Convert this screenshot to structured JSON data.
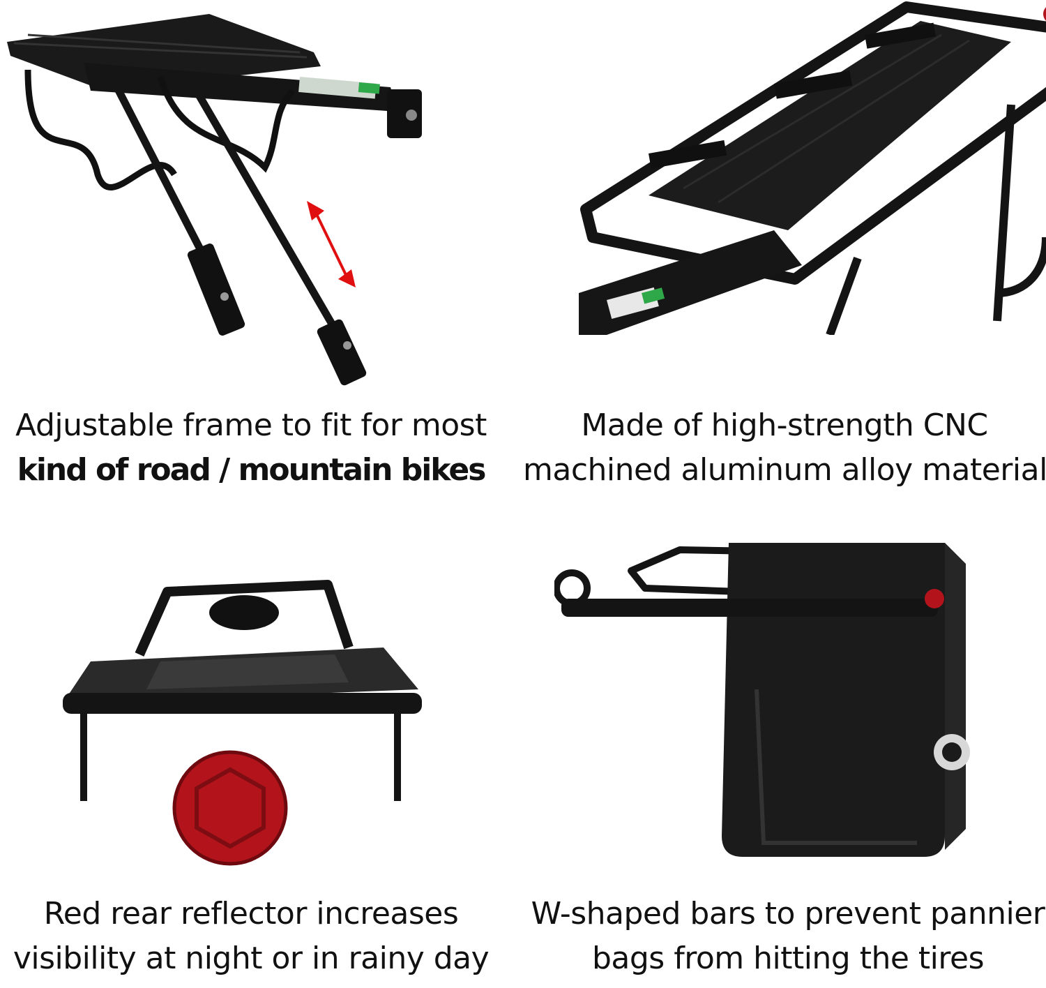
{
  "panels": [
    {
      "caption_line1": "Adjustable frame to fit for most",
      "caption_line2": "kind of road / mountain bikes"
    },
    {
      "caption_line1": "Made of high-strength CNC",
      "caption_line2": "machined aluminum alloy material"
    },
    {
      "caption_line1": "Red rear reflector increases",
      "caption_line2": "visibility at night or in rainy day"
    },
    {
      "caption_line1": "W-shaped bars to prevent pannier",
      "caption_line2": "bags from hitting the tires"
    }
  ],
  "colors": {
    "rack": "#141414",
    "arrow": "#e01010",
    "reflector": "#b3141c",
    "label_green": "#2fa84a"
  }
}
